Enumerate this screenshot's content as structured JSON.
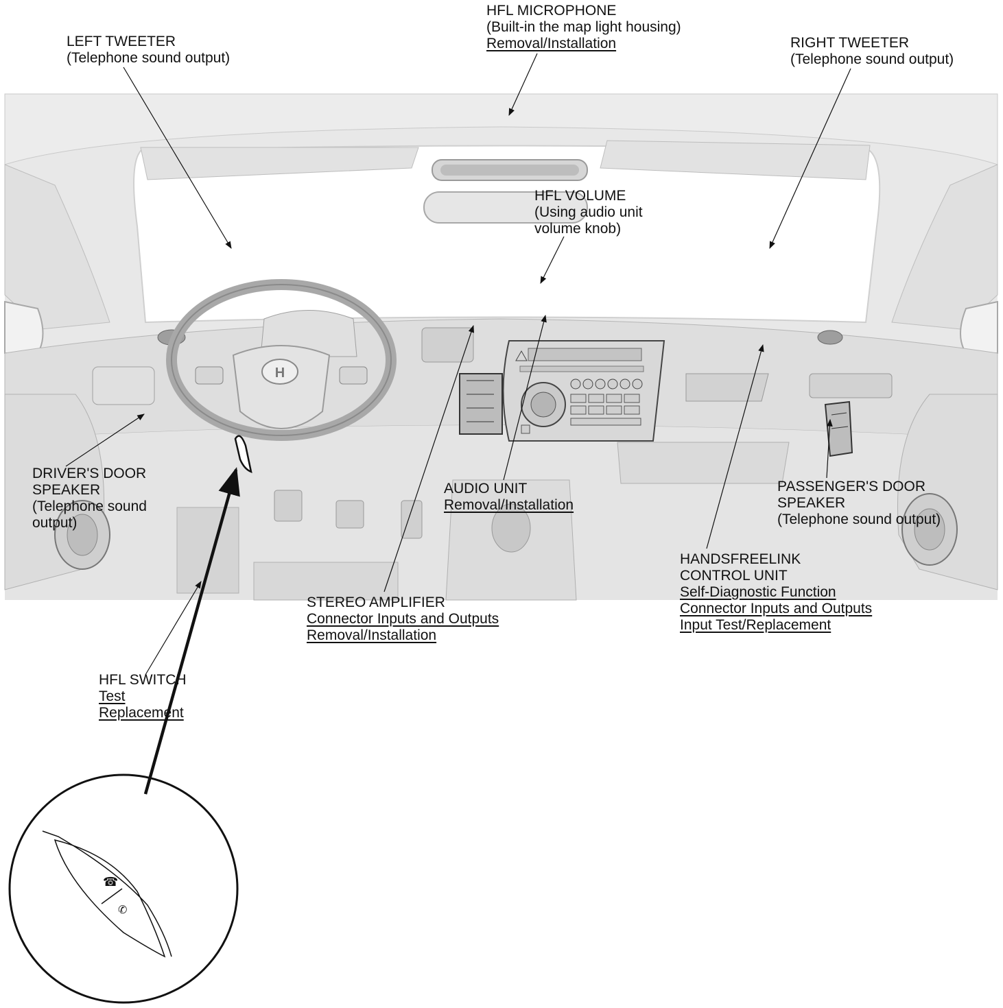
{
  "callouts": {
    "left_tweeter": {
      "lines": [
        "LEFT TWEETER",
        "(Telephone sound output)"
      ],
      "links": []
    },
    "hfl_microphone": {
      "lines": [
        "HFL MICROPHONE",
        "(Built-in the map light housing)"
      ],
      "links": [
        "Removal/Installation"
      ]
    },
    "right_tweeter": {
      "lines": [
        "RIGHT TWEETER",
        "(Telephone sound output)"
      ],
      "links": []
    },
    "hfl_volume": {
      "lines": [
        "HFL VOLUME",
        "(Using audio unit",
        "volume knob)"
      ],
      "links": []
    },
    "drivers_door_speaker": {
      "lines": [
        "DRIVER'S DOOR",
        "SPEAKER",
        "(Telephone sound",
        "output)"
      ],
      "links": []
    },
    "audio_unit": {
      "lines": [
        "AUDIO UNIT"
      ],
      "links": [
        "Removal/Installation"
      ]
    },
    "passengers_door_speaker": {
      "lines": [
        "PASSENGER'S DOOR",
        "SPEAKER",
        "(Telephone sound output)"
      ],
      "links": []
    },
    "handsfreelink_control_unit": {
      "lines": [
        "HANDSFREELINK",
        "CONTROL UNIT"
      ],
      "links": [
        "Self-Diagnostic Function",
        "Connector Inputs and Outputs",
        "Input Test/Replacement"
      ]
    },
    "stereo_amplifier": {
      "lines": [
        "STEREO AMPLIFIER"
      ],
      "links": [
        "Connector Inputs and Outputs",
        "Removal/Installation"
      ]
    },
    "hfl_switch": {
      "lines": [
        "HFL SWITCH"
      ],
      "links": [
        "Test",
        "Replacement"
      ]
    }
  },
  "logo": {
    "text": "H"
  },
  "colors": {
    "interior": "#eaeaea",
    "outline": "#9a9a9a",
    "leader": "#111111"
  }
}
